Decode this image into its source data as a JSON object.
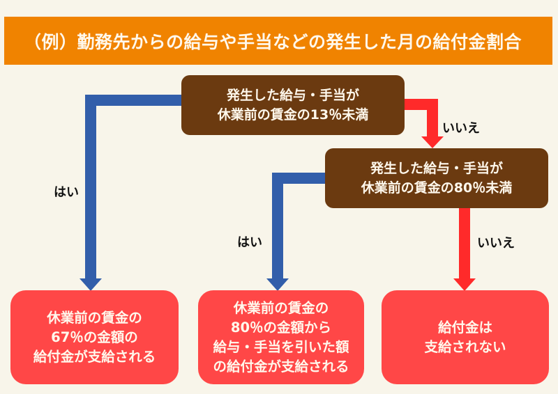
{
  "title": "（例）勤務先からの給与や手当などの発生した月の給付金割合",
  "colors": {
    "banner": "#F08300",
    "question": "#6B3A10",
    "result": "#FF4747",
    "yes_arrow": "#325EAA",
    "no_arrow": "#FF2A2A",
    "background": "#F8F5EA"
  },
  "questions": [
    {
      "lines": [
        "発生した給与・手当が",
        "休業前の賃金の13％未満"
      ]
    },
    {
      "lines": [
        "発生した給与・手当が",
        "休業前の賃金の80％未満"
      ]
    }
  ],
  "branch_labels": {
    "yes": "はい",
    "no": "いいえ"
  },
  "results": [
    {
      "lines": [
        "休業前の賃金の",
        "67％の金額の",
        "給付金が支給される"
      ]
    },
    {
      "lines": [
        "休業前の賃金の",
        "80％の金額から",
        "給与・手当を引いた額",
        "の給付金が支給される"
      ]
    },
    {
      "lines": [
        "給付金は",
        "支給されない"
      ]
    }
  ]
}
